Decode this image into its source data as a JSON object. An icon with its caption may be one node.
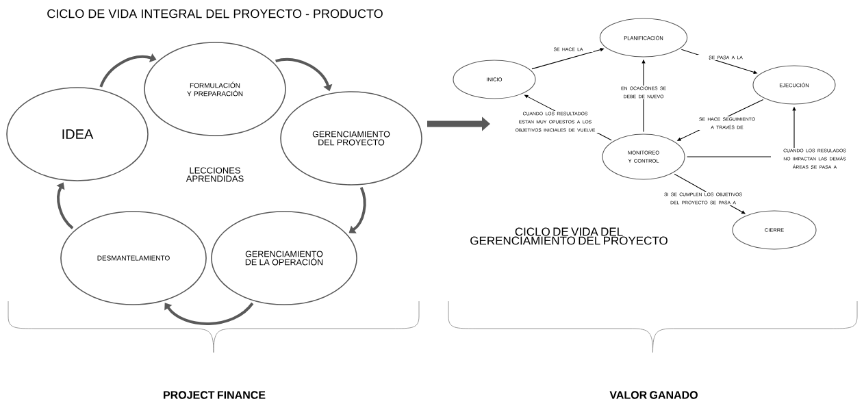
{
  "diagram": {
    "title": "CICLO DE VIDA INTEGRAL DEL PROYECTO - PRODUCTO",
    "nodes": [
      {
        "text": [
          "IDEA"
        ]
      },
      {
        "text": [
          "FORMULACIÓN Y PREPARACIÓN"
        ]
      },
      {
        "text": [
          "GERENCIAMIENTO DEL PROYECTO"
        ]
      },
      {
        "text": [
          "GERENCIAMIENTO DE LA OPERACIÓN"
        ]
      },
      {
        "text": [
          "DESMANTELAMIENTO"
        ]
      },
      {
        "text": [
          "INICIO"
        ]
      },
      {
        "text": [
          "PLANIFICACIÓN"
        ]
      },
      {
        "text": [
          "EJECUCIÓN"
        ]
      },
      {
        "text": [
          "MONITOREO Y CONTROL"
        ]
      },
      {
        "text": [
          "CIERRE"
        ]
      }
    ],
    "edges": [
      {
        "from": 0,
        "to": 1,
        "arrow": "to",
        "style": "thick"
      },
      {
        "from": 1,
        "to": 2,
        "arrow": "to",
        "style": "thick"
      },
      {
        "from": 2,
        "to": 3,
        "arrow": "to",
        "style": "thick"
      },
      {
        "from": 3,
        "to": 4,
        "arrow": "to",
        "style": "thick"
      },
      {
        "from": 4,
        "to": 0,
        "arrow": "to",
        "style": "thick"
      },
      {
        "from": 5,
        "to": 6,
        "arrow": "to",
        "label": "SE HACE LA"
      },
      {
        "from": 6,
        "to": 7,
        "arrow": "to",
        "label": "SE PASA A LA"
      },
      {
        "from": 7,
        "to": 8,
        "arrow": "to",
        "label": "SE HACE SEGUIMIENTO A TRAVÉS DE"
      },
      {
        "from": 8,
        "to": 6,
        "arrow": "to",
        "label": "EN OCACIONES SE DEBE DE NUEVO"
      },
      {
        "from": 8,
        "to": 5,
        "arrow": "to",
        "label": "CUANDO LOS RESULTADOS ESTAN MUY OPUESTOS A LOS OBJETIVOS INICIALES DE VUELVE"
      },
      {
        "from": 8,
        "to": 7,
        "arrow": "to",
        "label": "CUANDO LOS RESULADOS NO IMPACTAN LAS DEMÁS ÁREAS SE PASA A"
      },
      {
        "from": 8,
        "to": 9,
        "arrow": "to",
        "label": "SI SE CUMPLEN LOS OBJETIVOS DEL PROYECTO SE PASA A"
      }
    ],
    "labels": [
      "LECCIONES APRENDIDAS",
      "CICLO DE VIDA DEL GERENCIAMIENTO DEL PROYECTO",
      "PROJECT FINANCE",
      "VALOR GANADO"
    ]
  }
}
